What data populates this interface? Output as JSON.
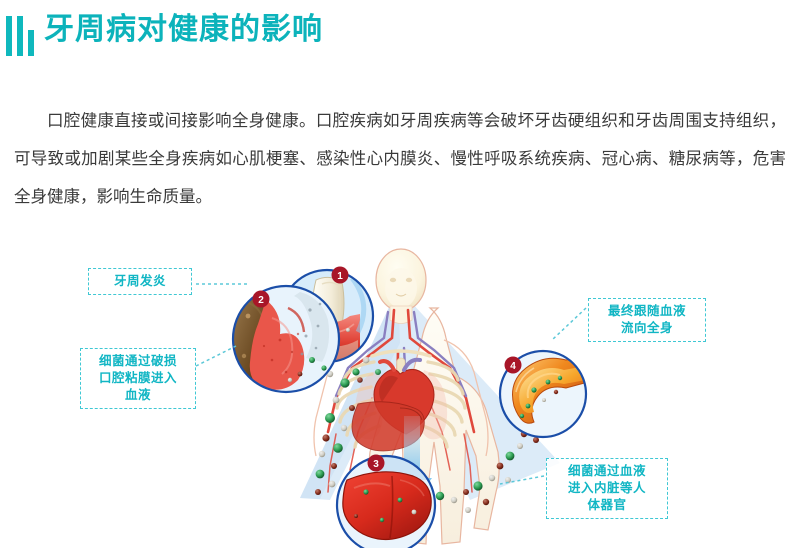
{
  "header": {
    "title": "牙周病对健康的影响",
    "accent_color": "#0cb3bb",
    "bar_color": "#0fb8bd"
  },
  "body": {
    "paragraph": "口腔健康直接或间接影响全身健康。口腔疾病如牙周疾病等会破坏牙齿硬组织和牙齿周围支持组织，可导致或加剧某些全身疾病如心肌梗塞、感染性心内膜炎、慢性呼吸系统疾病、冠心病、糖尿病等，危害全身健康，影响生命质量。",
    "text_color": "#3a3a3a"
  },
  "figure": {
    "label_color": "#11b6c4",
    "label_border_color": "#3fc8d4",
    "callouts": [
      {
        "id": 1,
        "lines": [
          "牙周发炎"
        ]
      },
      {
        "id": 2,
        "lines": [
          "细菌通过破损",
          "口腔粘膜进入",
          "血液"
        ]
      },
      {
        "id": 3,
        "lines": [
          "最终跟随血液",
          "流向全身"
        ]
      },
      {
        "id": 4,
        "lines": [
          "细菌通过血液",
          "进入内脏等人",
          "体器官"
        ]
      }
    ],
    "insets": [
      {
        "number": "1",
        "name": "tooth-socket-inset"
      },
      {
        "number": "2",
        "name": "inflamed-gum-inset"
      },
      {
        "number": "3",
        "name": "liver-inset"
      },
      {
        "number": "4",
        "name": "blood-vessel-inset"
      }
    ],
    "badge_color": "#a81628",
    "circle_stroke": "#1b4ea8",
    "flow_fill": "#cfe3f5",
    "anatomy_name": "human-torso-anatomy"
  }
}
